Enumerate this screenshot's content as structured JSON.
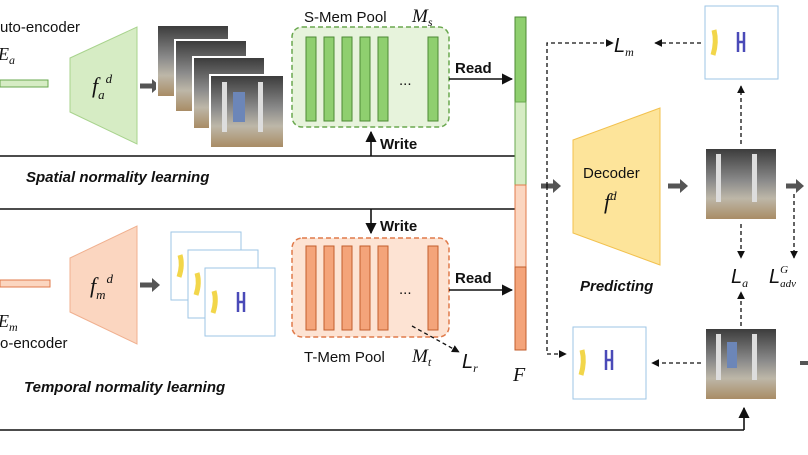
{
  "top_left_label": "uto-encoder",
  "top_left_math": "E",
  "top_left_math_sub": "a",
  "bottom_left_label": "o-encoder",
  "bottom_left_math": "E",
  "bottom_left_math_sub": "m",
  "fa": {
    "base": "f",
    "sub": "a",
    "sup": "d"
  },
  "fm": {
    "base": "f",
    "sub": "m",
    "sup": "d"
  },
  "smem": {
    "label": "S-Mem Pool",
    "math": "M",
    "sub": "s"
  },
  "tmem": {
    "label": "T-Mem Pool",
    "math": "M",
    "sub": "t"
  },
  "read_top": "Read",
  "read_bottom": "Read",
  "write_top": "Write",
  "write_bottom": "Write",
  "dots": "...",
  "spatial": "Spatial normality learning",
  "temporal": "Temporal normality learning",
  "predicting": "Predicting",
  "decoder": {
    "label": "Decoder",
    "base": "f",
    "sup": "d"
  },
  "F": "F",
  "loss_m": {
    "base": "L",
    "sub": "m"
  },
  "loss_r": {
    "base": "L",
    "sub": "r"
  },
  "loss_a": {
    "base": "L",
    "sub": "a"
  },
  "loss_adv": {
    "base": "L",
    "sub": "adv",
    "sup": "G"
  },
  "colors": {
    "green_fill": "#d6ecc4",
    "green_dark": "#6aa84f",
    "green_bar": "#8fcf6f",
    "orange_fill": "#fbd6c0",
    "orange_dark": "#e07b4b",
    "orange_bar": "#f4a47a",
    "decoder_fill": "#fde49a",
    "decoder_stroke": "#f2c14e",
    "arrow_gray": "#555555"
  }
}
